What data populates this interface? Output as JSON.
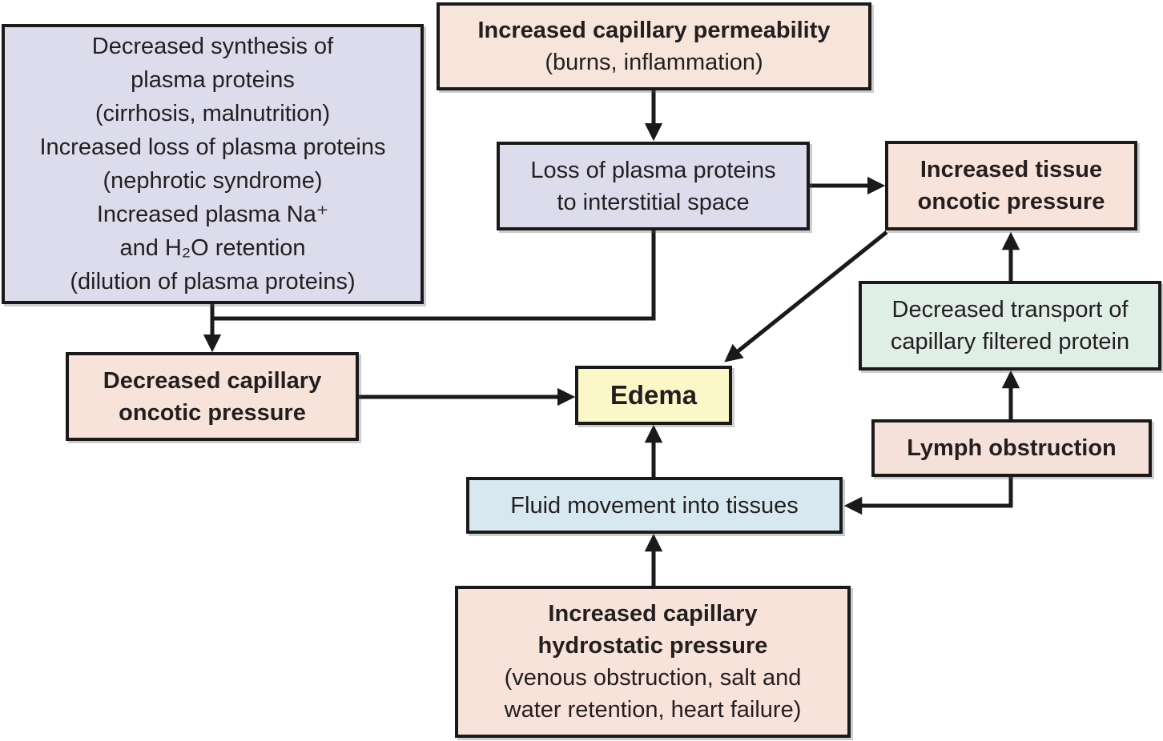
{
  "diagram": {
    "background": "#ffffff",
    "stroke_color": "#1a1a1a",
    "nodes": {
      "plasma_protein_causes": {
        "bg": "#dcdcec",
        "lines": [
          "Decreased synthesis of",
          "plasma proteins",
          "(cirrhosis, malnutrition)",
          "Increased loss of plasma proteins",
          "(nephrotic syndrome)",
          "Increased plasma Na⁺",
          "and H₂O retention",
          "(dilution of plasma proteins)"
        ]
      },
      "capillary_permeability": {
        "bg": "#f7e4da",
        "lines": [
          "Increased capillary permeability",
          "(burns, inflammation)"
        ]
      },
      "loss_plasma_proteins": {
        "bg": "#dcdcec",
        "lines": [
          "Loss of plasma proteins",
          "to interstitial space"
        ]
      },
      "tissue_oncotic": {
        "bg": "#f7e3da",
        "lines": [
          "Increased tissue",
          "oncotic pressure"
        ]
      },
      "decreased_transport": {
        "bg": "#dfeee6",
        "lines": [
          "Decreased transport of",
          "capillary filtered protein"
        ]
      },
      "lymph_obstruction": {
        "bg": "#f6e0da",
        "lines": [
          "Lymph obstruction"
        ]
      },
      "decreased_capillary_oncotic": {
        "bg": "#f7e3da",
        "lines": [
          "Decreased capillary",
          "oncotic pressure"
        ]
      },
      "edema": {
        "bg": "#fbf7c8",
        "lines": [
          "Edema"
        ]
      },
      "fluid_movement": {
        "bg": "#d8e8f0",
        "lines": [
          "Fluid movement into tissues"
        ]
      },
      "hydrostatic": {
        "bg": "#f7e3da",
        "lines": [
          "Increased capillary",
          "hydrostatic pressure",
          "(venous obstruction, salt and",
          "water retention, heart failure)"
        ]
      }
    },
    "edges": [
      {
        "from": "capillary_permeability",
        "to": "loss_plasma_proteins"
      },
      {
        "from": "loss_plasma_proteins",
        "to": "tissue_oncotic"
      },
      {
        "from": "plasma_protein_causes",
        "to": "decreased_capillary_oncotic"
      },
      {
        "from": "loss_plasma_proteins",
        "to": "decreased_capillary_oncotic"
      },
      {
        "from": "decreased_capillary_oncotic",
        "to": "edema"
      },
      {
        "from": "tissue_oncotic",
        "to": "edema"
      },
      {
        "from": "decreased_transport",
        "to": "tissue_oncotic"
      },
      {
        "from": "lymph_obstruction",
        "to": "decreased_transport"
      },
      {
        "from": "lymph_obstruction",
        "to": "fluid_movement"
      },
      {
        "from": "fluid_movement",
        "to": "edema"
      },
      {
        "from": "hydrostatic",
        "to": "fluid_movement"
      }
    ]
  }
}
